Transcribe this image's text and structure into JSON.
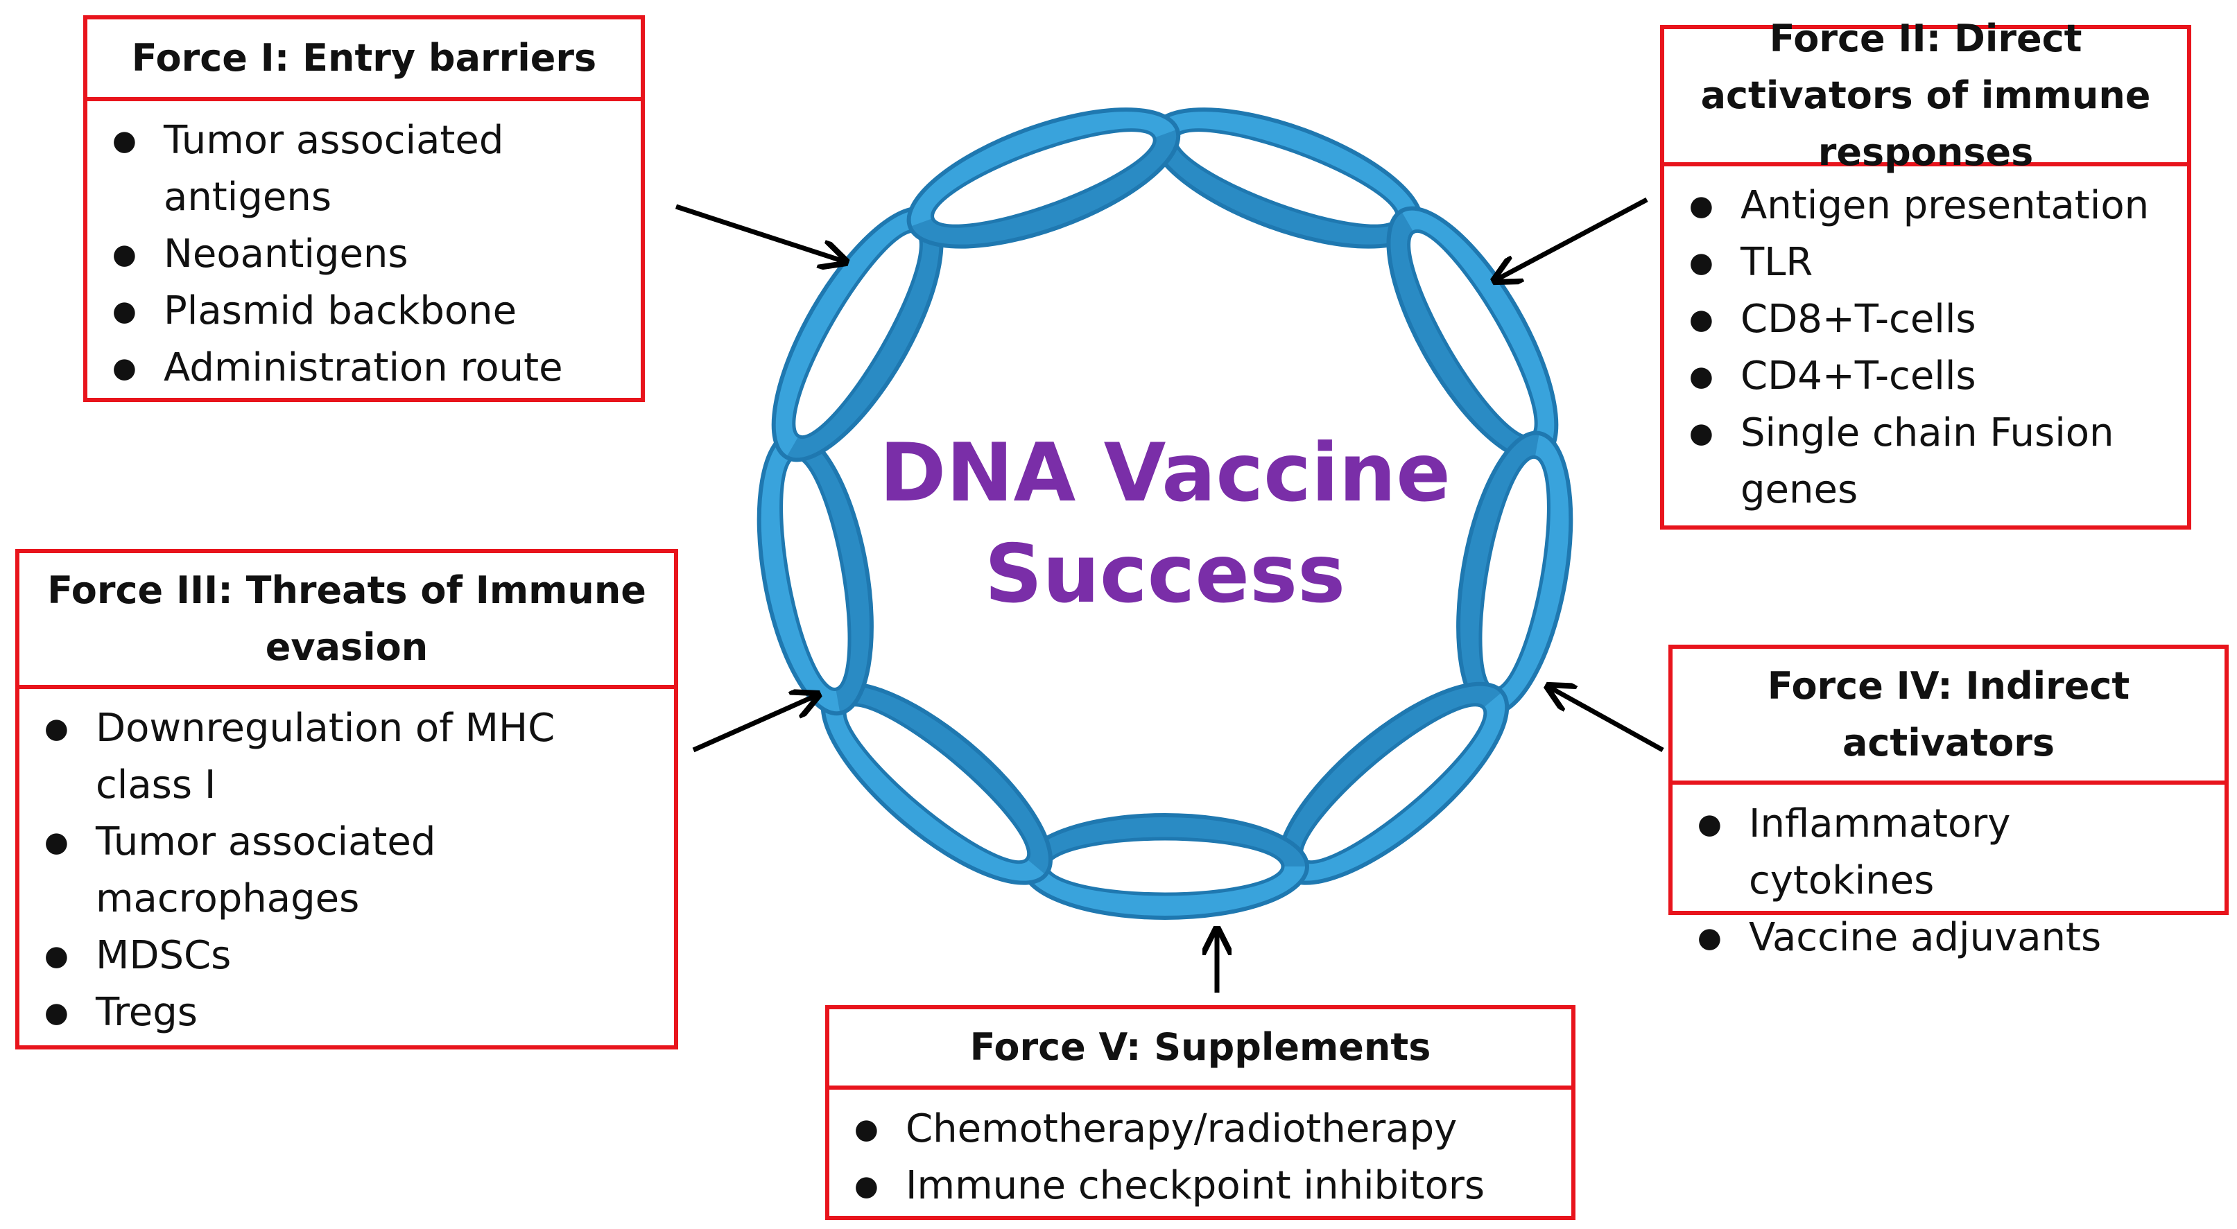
{
  "center": {
    "line1": "DNA Vaccine",
    "line2": "Success"
  },
  "forces": [
    {
      "id": "force-1",
      "title": "Force I: Entry barriers",
      "items": [
        "Tumor associated antigens",
        "Neoantigens",
        "Plasmid backbone",
        "Administration route"
      ]
    },
    {
      "id": "force-2",
      "title": "Force II: Direct activators of immune responses",
      "items": [
        "Antigen presentation",
        "TLR",
        "CD8+T-cells",
        "CD4+T-cells",
        "Single chain Fusion genes"
      ]
    },
    {
      "id": "force-3",
      "title": "Force III: Threats of Immune evasion",
      "items": [
        "Downregulation of MHC class I",
        "Tumor associated macrophages",
        "MDSCs",
        "Tregs"
      ]
    },
    {
      "id": "force-4",
      "title": "Force IV: Indirect activators",
      "items": [
        "Inflammatory cytokines",
        "Vaccine adjuvants"
      ]
    },
    {
      "id": "force-5",
      "title": "Force V: Supplements",
      "items": [
        "Chemotherapy/radiotherapy",
        "Immune checkpoint inhibitors"
      ]
    }
  ],
  "colors": {
    "box_border": "#e8141c",
    "center_text": "#7a2ea8",
    "link_light": "#39a3dc",
    "link_dark": "#1f78b0"
  }
}
